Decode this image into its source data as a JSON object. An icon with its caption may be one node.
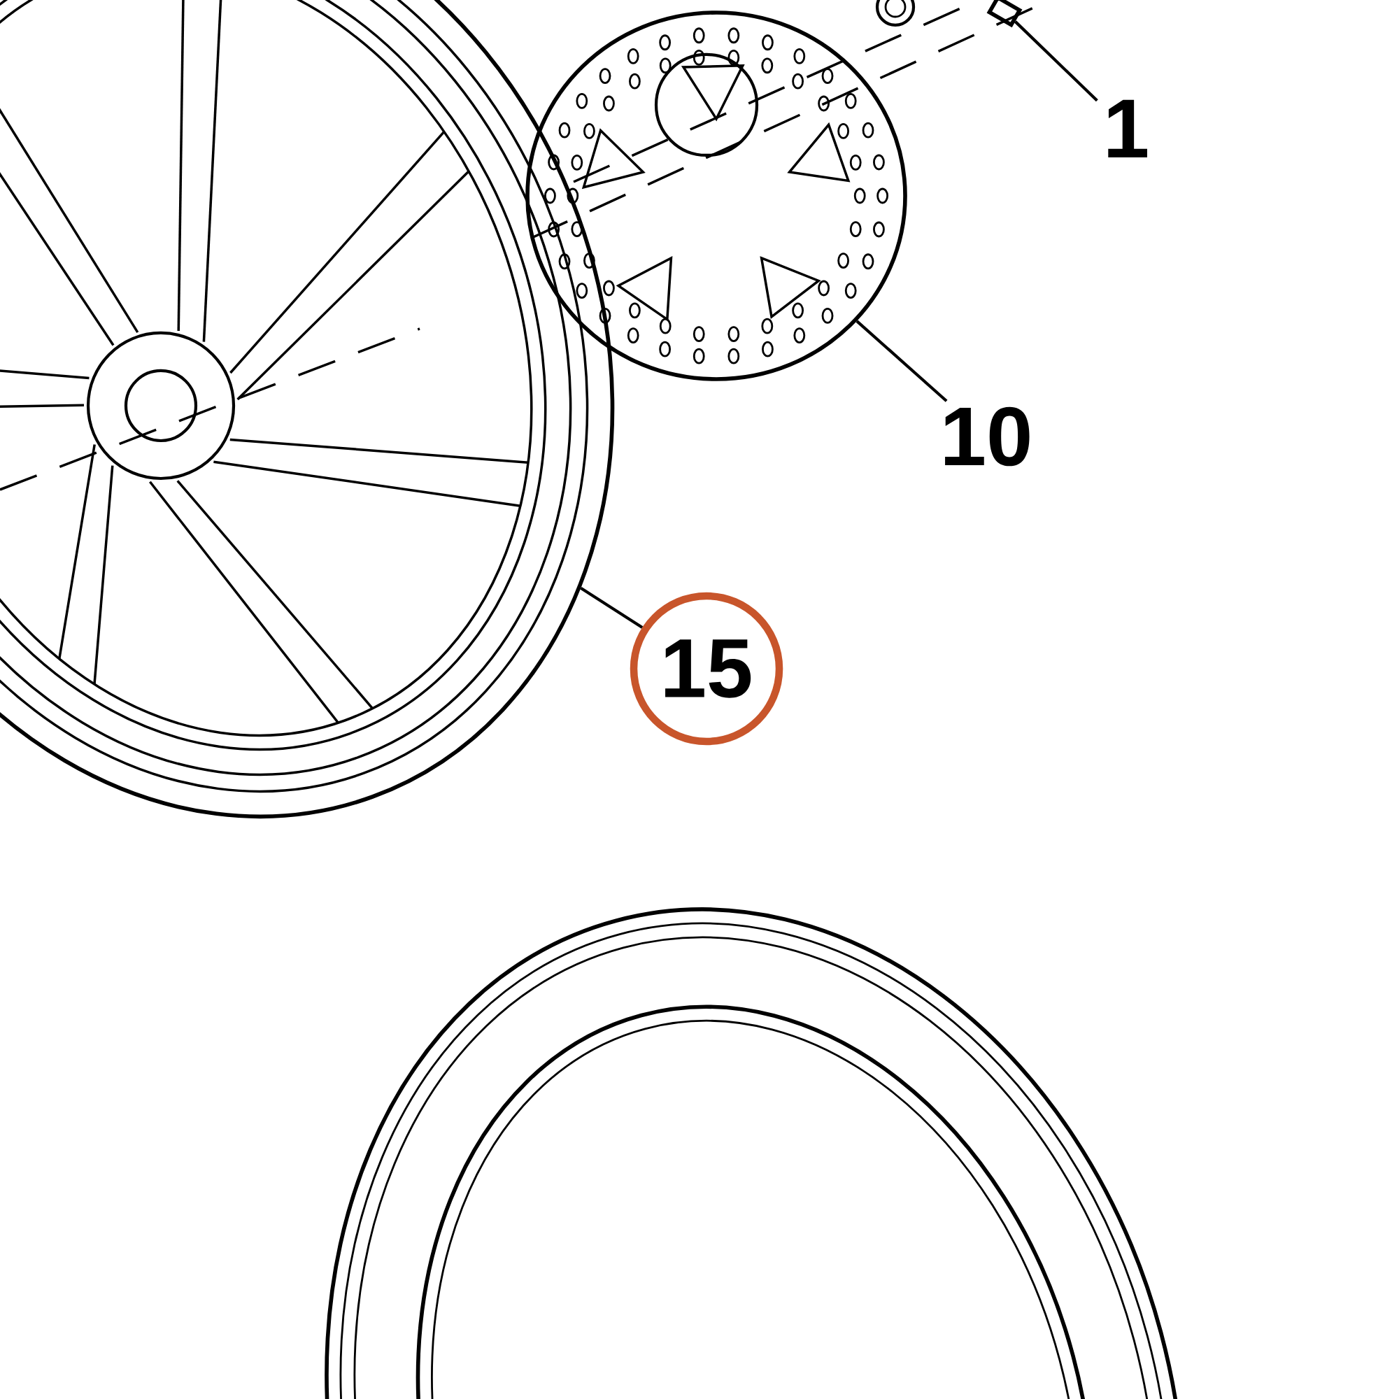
{
  "diagram": {
    "nodes": [
      {
        "text": [
          "1"
        ]
      },
      {
        "text": [],
        "shape": "picture"
      },
      {
        "text": [
          "10"
        ]
      },
      {
        "text": [],
        "shape": "picture"
      },
      {
        "text": [
          "15"
        ]
      },
      {
        "text": [],
        "shape": "picture"
      }
    ],
    "edges": [
      {
        "from": 0,
        "to": 1,
        "arrow": "none"
      },
      {
        "from": 2,
        "to": 3,
        "arrow": "none"
      },
      {
        "from": 4,
        "to": 5,
        "arrow": "none"
      }
    ]
  }
}
